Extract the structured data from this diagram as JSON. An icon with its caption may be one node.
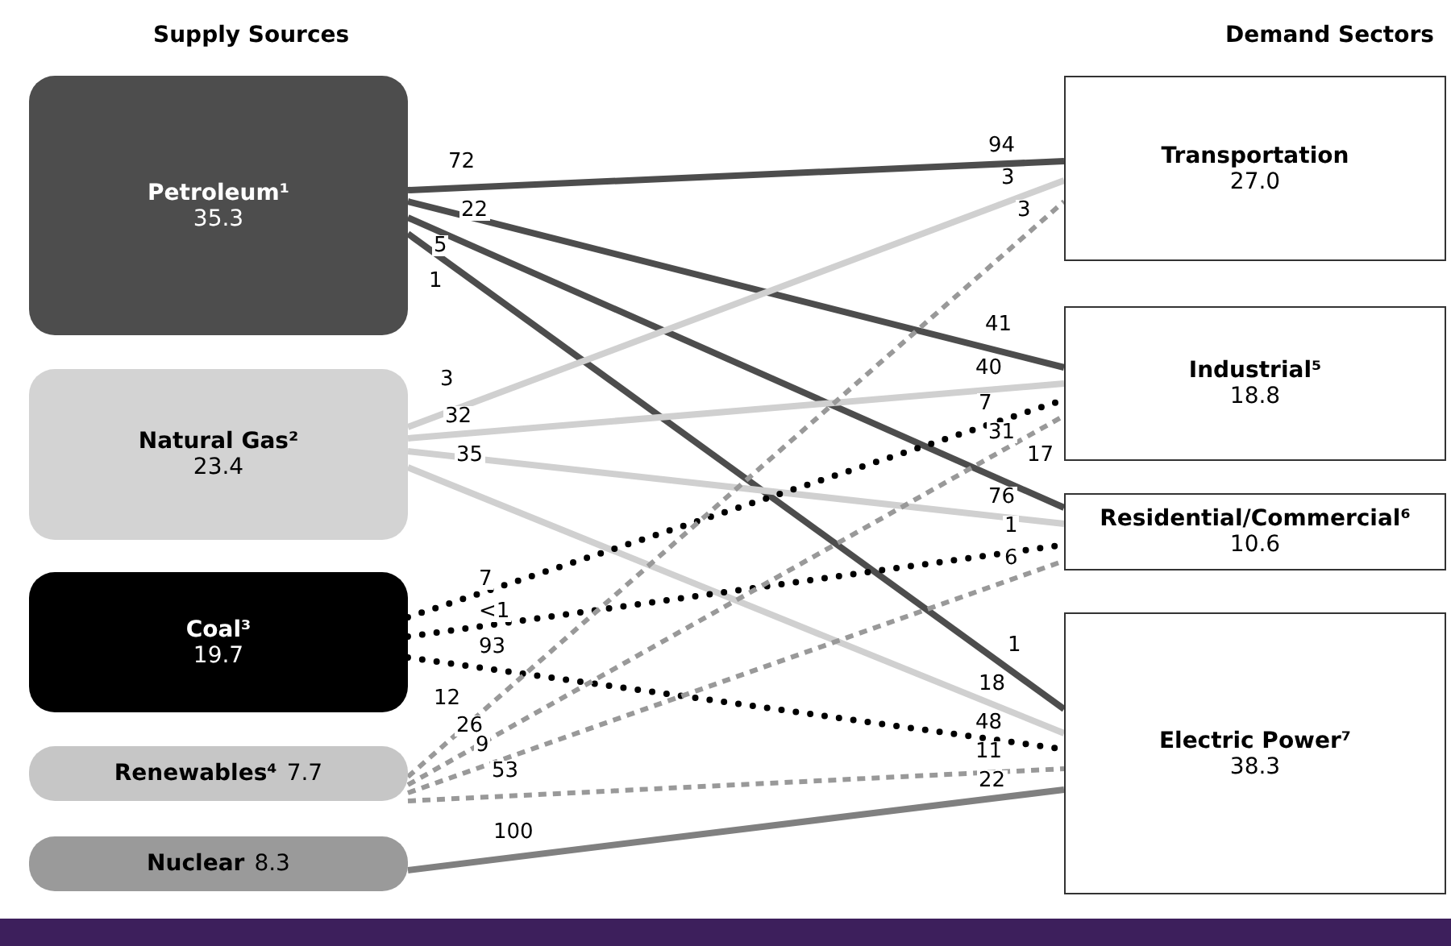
{
  "diagram": {
    "nodes": [
      {
        "text": [
          "Petroleum¹",
          "35.3"
        ]
      },
      {
        "text": [
          "Natural Gas²",
          "23.4"
        ]
      },
      {
        "text": [
          "Coal³",
          "19.7"
        ]
      },
      {
        "text": [
          "Renewables⁴",
          "7.7"
        ]
      },
      {
        "text": [
          "Nuclear",
          "8.3"
        ]
      },
      {
        "text": [
          "Transportation",
          "27.0"
        ]
      },
      {
        "text": [
          "Industrial⁵",
          "18.8"
        ]
      },
      {
        "text": [
          "Residential/Commercial⁶",
          "10.6"
        ]
      },
      {
        "text": [
          "Electric Power⁷",
          "38.3"
        ]
      }
    ],
    "edges": [
      {
        "from": 0,
        "to": 5,
        "arrow": "none",
        "label": "72",
        "color": "#4d4d4d"
      },
      {
        "from": 0,
        "to": 6,
        "arrow": "none",
        "label": "22",
        "color": "#4d4d4d"
      },
      {
        "from": 0,
        "to": 7,
        "arrow": "none",
        "label": "5",
        "color": "#4d4d4d"
      },
      {
        "from": 0,
        "to": 8,
        "arrow": "none",
        "label": "1",
        "color": "#4d4d4d"
      },
      {
        "from": 1,
        "to": 5,
        "arrow": "none",
        "label": "3",
        "color": "#d0d0d0"
      },
      {
        "from": 1,
        "to": 6,
        "arrow": "none",
        "label": "32",
        "color": "#d0d0d0"
      },
      {
        "from": 1,
        "to": 7,
        "arrow": "none",
        "label": "35",
        "color": "#d0d0d0"
      },
      {
        "from": 1,
        "to": 8,
        "arrow": "none",
        "label": "18",
        "color": "#d0d0d0"
      },
      {
        "from": 2,
        "to": 6,
        "arrow": "none",
        "label": "7",
        "style": "dashed",
        "color": "#000000"
      },
      {
        "from": 2,
        "to": 7,
        "arrow": "none",
        "label": "<1",
        "style": "dashed",
        "color": "#000000"
      },
      {
        "from": 2,
        "to": 8,
        "arrow": "none",
        "label": "93",
        "style": "dashed",
        "color": "#000000"
      },
      {
        "from": 3,
        "to": 5,
        "arrow": "none",
        "label": "12",
        "style": "dashed",
        "color": "#999999"
      },
      {
        "from": 3,
        "to": 6,
        "arrow": "none",
        "label": "26",
        "style": "dashed",
        "color": "#999999"
      },
      {
        "from": 3,
        "to": 7,
        "arrow": "none",
        "label": "9",
        "style": "dashed",
        "color": "#999999"
      },
      {
        "from": 3,
        "to": 8,
        "arrow": "none",
        "label": "53",
        "style": "dashed",
        "color": "#999999"
      },
      {
        "from": 4,
        "to": 8,
        "arrow": "none",
        "label": "100",
        "color": "#808080"
      }
    ],
    "labels": [
      "Supply Sources",
      "Demand Sectors",
      "94",
      "3",
      "3",
      "41",
      "40",
      "7",
      "31",
      "17",
      "76",
      "1",
      "6",
      "1",
      "48",
      "11",
      "22"
    ]
  }
}
